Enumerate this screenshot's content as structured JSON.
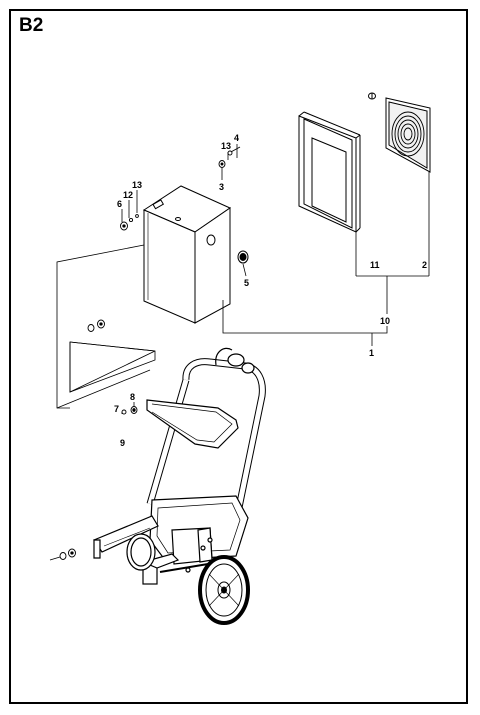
{
  "section": {
    "title": "B2"
  },
  "callouts": {
    "c1": "1",
    "c2": "2",
    "c3": "3",
    "c4": "4",
    "c5": "5",
    "c6": "6",
    "c7": "7",
    "c8": "8",
    "c9": "9",
    "c10": "10",
    "c11": "11",
    "c12": "12",
    "c13a": "13",
    "c13b": "13"
  }
}
